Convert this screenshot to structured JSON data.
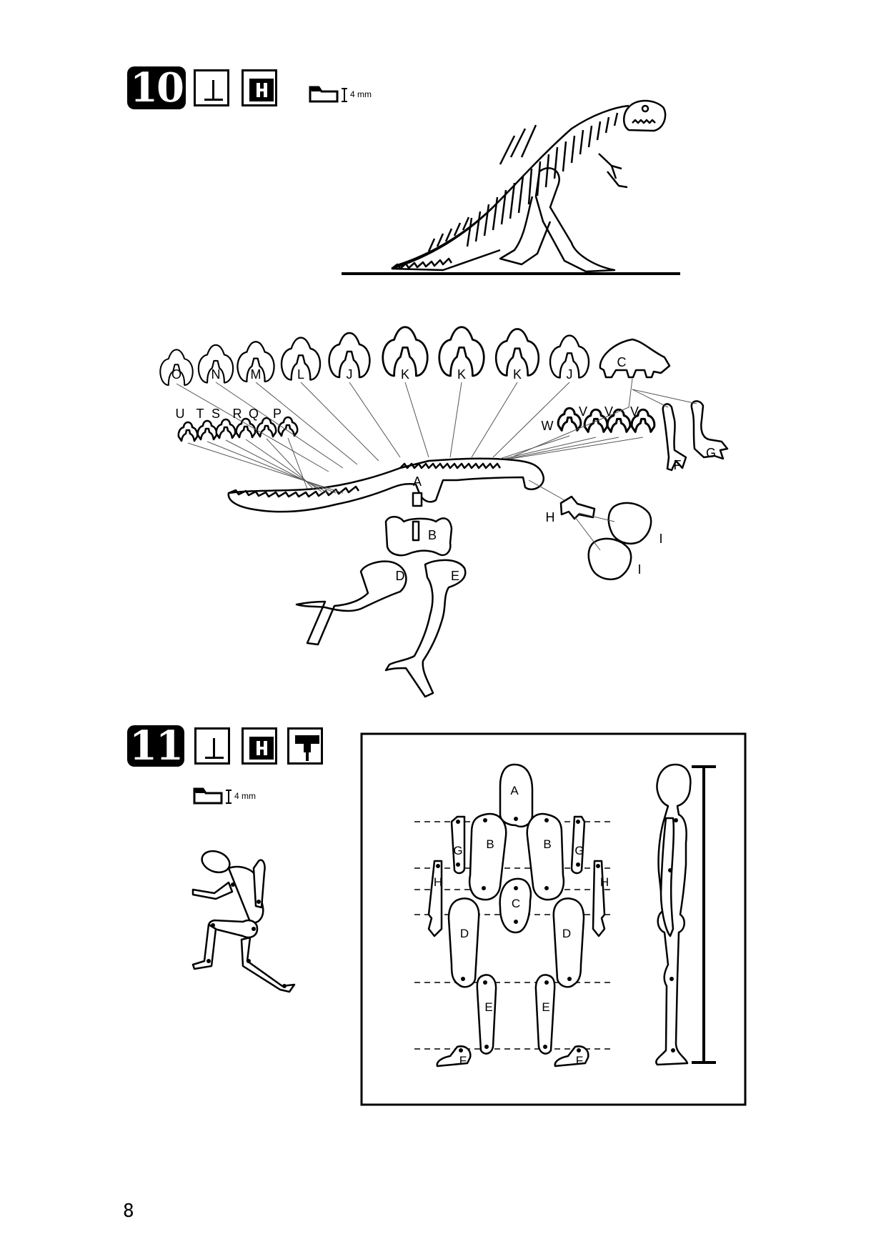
{
  "steps": [
    {
      "number": "10",
      "thickness": "4 mm"
    },
    {
      "number": "11",
      "thickness": "4 mm"
    }
  ],
  "dino": {
    "parts_top": [
      "O",
      "N",
      "M",
      "L",
      "J",
      "K",
      "K",
      "K",
      "J",
      "C"
    ],
    "parts_small": [
      "U",
      "T",
      "S",
      "R",
      "Q",
      "P"
    ],
    "parts_right": [
      "W",
      "V",
      "V",
      "V"
    ],
    "labels": {
      "a": "A",
      "b": "B",
      "d": "D",
      "e": "E",
      "f": "F",
      "g": "G",
      "h": "H",
      "i1": "I",
      "i2": "I"
    }
  },
  "figure": {
    "labels": {
      "a": "A",
      "b1": "B",
      "b2": "B",
      "c": "C",
      "d1": "D",
      "d2": "D",
      "e1": "E",
      "e2": "E",
      "f1": "F",
      "f2": "F",
      "g1": "G",
      "g2": "G",
      "h1": "H",
      "h2": "H"
    }
  },
  "page_number": "8"
}
